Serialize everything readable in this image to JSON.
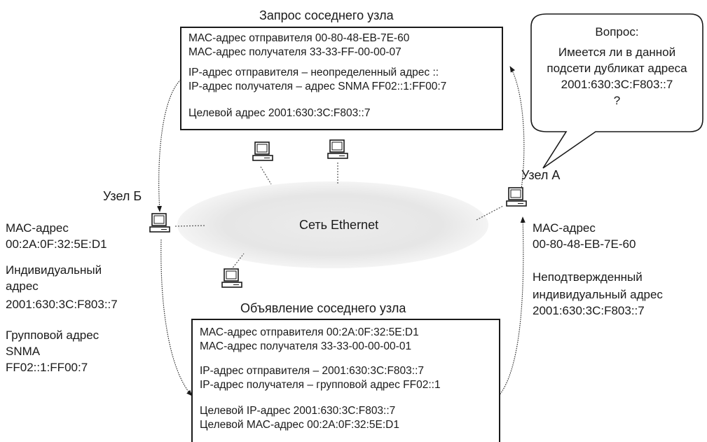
{
  "request": {
    "title": "Запрос соседнего узла",
    "lines": [
      "МАС-адрес отправителя 00-80-48-ЕВ-7Е-60",
      "МАС-адрес получателя 33-33-FF-00-00-07",
      "IP-адрес отправителя – неопределенный адрес ::",
      "IP-адрес получателя – адрес SNMA FF02::1:FF00:7",
      "Целевой адрес 2001:630:3C:F803::7"
    ]
  },
  "advert": {
    "title": "Объявление соседнего узла",
    "lines": [
      "МАС-адрес отправителя 00:2A:0F:32:5E:D1",
      "МАС-адрес получателя 33-33-00-00-00-01",
      "IP-адрес отправителя – 2001:630:3C:F803::7",
      "IP-адрес получателя – групповой адрес FF02::1",
      "Целевой IP-адрес 2001:630:3C:F803::7",
      "Целевой МАС-адрес 00:2A:0F:32:5E:D1"
    ]
  },
  "bubble": {
    "lines": [
      "Вопрос:",
      "Имеется ли в данной",
      "подсети дубликат адреса",
      "2001:630:3C:F803::7",
      "?"
    ]
  },
  "network": {
    "label": "Сеть Ethernet"
  },
  "node_a": {
    "label": "Узел А",
    "info": [
      "МАС-адрес",
      "00-80-48-ЕВ-7Е-60",
      "Неподтвержденный",
      "индивидуальный адрес",
      "2001:630:3C:F803::7"
    ]
  },
  "node_b": {
    "label": "Узел Б",
    "info": [
      "МАС-адрес",
      "00:2A:0F:32:5E:D1",
      "Индивидуальный",
      "адрес",
      "2001:630:3C:F803::7",
      "Групповой адрес",
      "SNMA",
      "FF02::1:FF00:7"
    ]
  }
}
